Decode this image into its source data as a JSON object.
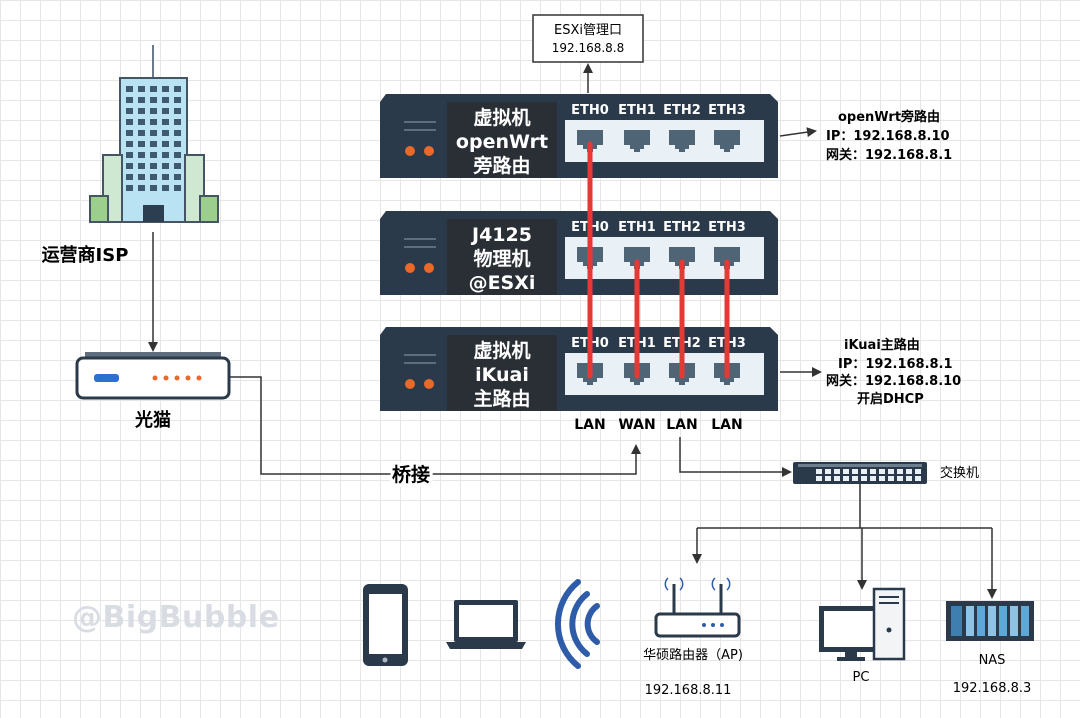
{
  "esxi_mgmt": {
    "title": "ESXi管理口",
    "ip": "192.168.8.8"
  },
  "isp": {
    "label": "运营商ISP"
  },
  "modem": {
    "label": "光猫"
  },
  "bridge": {
    "label": "桥接"
  },
  "servers": [
    {
      "lines": [
        "虚拟机",
        "openWrt",
        "旁路由"
      ]
    },
    {
      "lines": [
        "J4125",
        "物理机",
        "@ESXi"
      ]
    },
    {
      "lines": [
        "虚拟机",
        "iKuai",
        "主路由"
      ]
    }
  ],
  "ports": [
    "ETH0",
    "ETH1",
    "ETH2",
    "ETH3"
  ],
  "port_roles": [
    "LAN",
    "WAN",
    "LAN",
    "LAN"
  ],
  "openwrt_info": {
    "title": "openWrt旁路由",
    "ip": "IP：192.168.8.10",
    "gateway": "网关：192.168.8.1"
  },
  "ikuai_info": {
    "title": "iKuai主路由",
    "ip": "IP：192.168.8.1",
    "gateway": "网关：192.168.8.10",
    "dhcp": "开启DHCP"
  },
  "switch": {
    "label": "交换机"
  },
  "router": {
    "label": "华硕路由器（AP)",
    "ip": "192.168.8.11"
  },
  "pc": {
    "label": "PC"
  },
  "nas": {
    "label": "NAS",
    "ip": "192.168.8.3"
  },
  "watermark": "@BigBubble",
  "colors": {
    "server_body": "#2b3a4a",
    "panel": "#e9f0f6",
    "port": "#4f6475",
    "cable": "#e53935",
    "plate": "#2a2f36",
    "led": "#e8692a",
    "wifi": "#2f5ca8"
  }
}
